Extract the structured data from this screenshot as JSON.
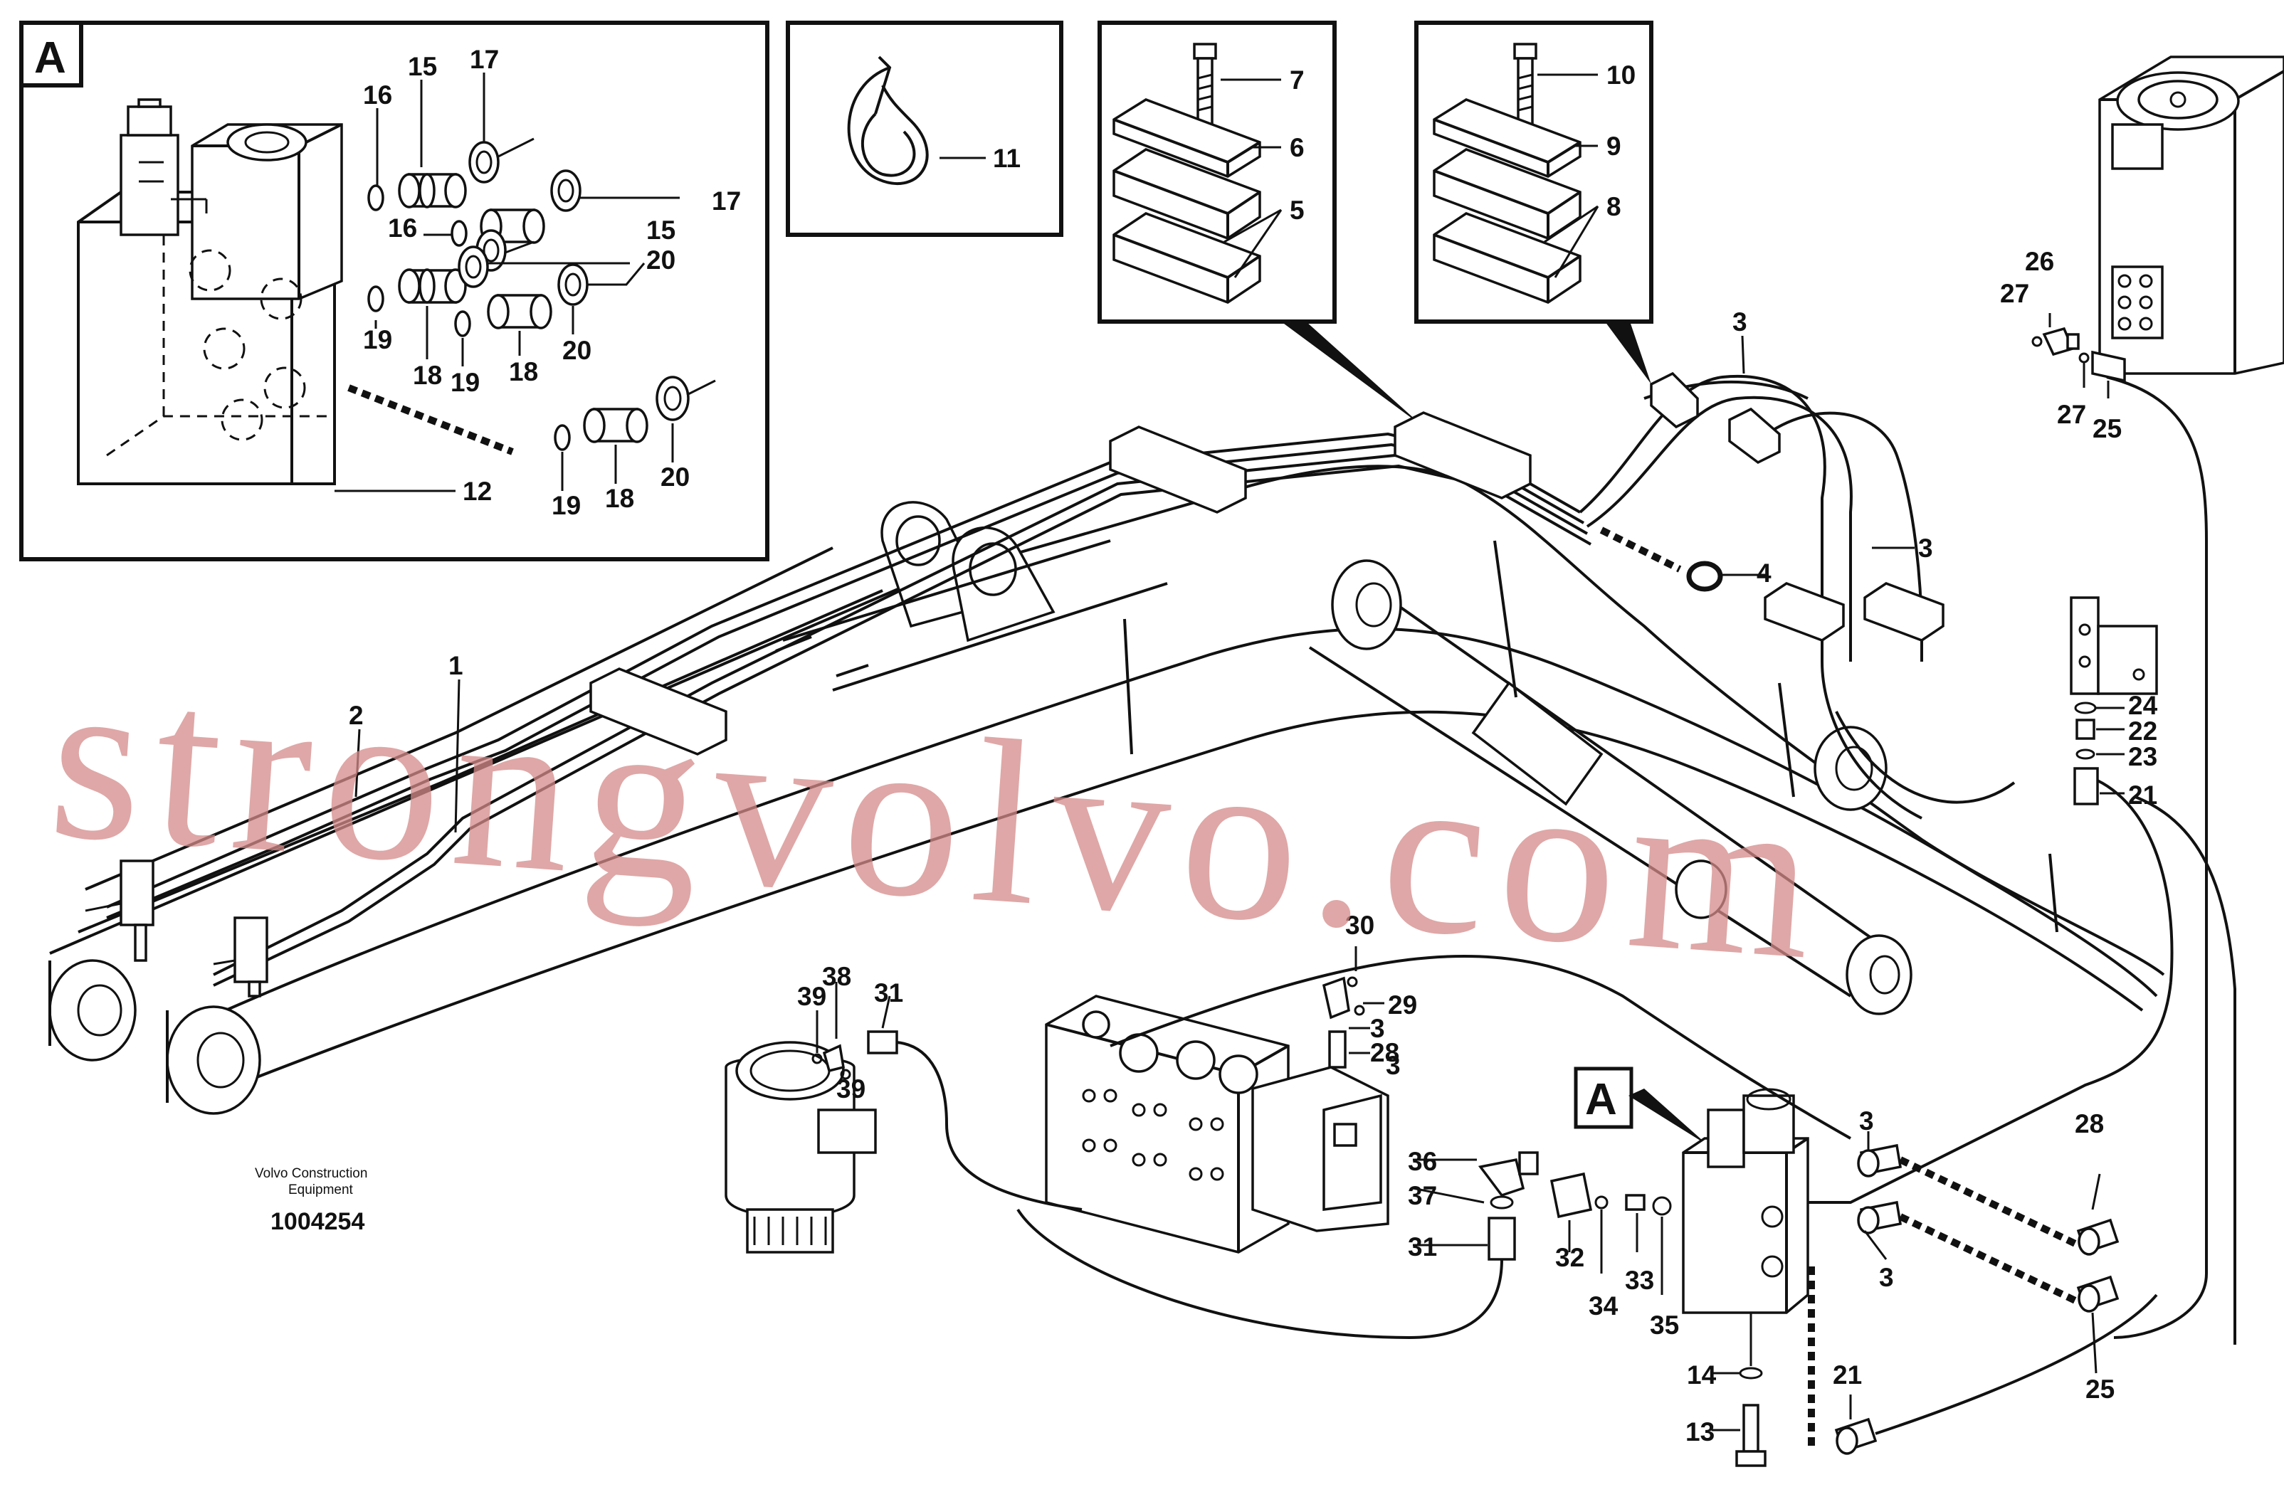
{
  "detail_label": "A",
  "caption": {
    "line1": "Volvo Construction",
    "line2": "Equipment",
    "number": "1004254"
  },
  "watermark": "strongvolvo.com",
  "callouts": [
    "1",
    "2",
    "3",
    "4",
    "5",
    "6",
    "7",
    "8",
    "9",
    "10",
    "11",
    "12",
    "13",
    "14",
    "15",
    "16",
    "17",
    "18",
    "19",
    "20",
    "21",
    "22",
    "23",
    "24",
    "25",
    "26",
    "27",
    "28",
    "29",
    "30",
    "31",
    "32",
    "33",
    "34",
    "35",
    "36",
    "37",
    "38",
    "39"
  ],
  "detail_callouts": [
    "15",
    "17",
    "16",
    "16",
    "15",
    "17",
    "20",
    "19",
    "18",
    "19",
    "18",
    "20",
    "12",
    "19",
    "18",
    "20"
  ],
  "label_colors": {
    "line": "#111111",
    "watermark": "#d58a8a",
    "background": "#ffffff"
  }
}
